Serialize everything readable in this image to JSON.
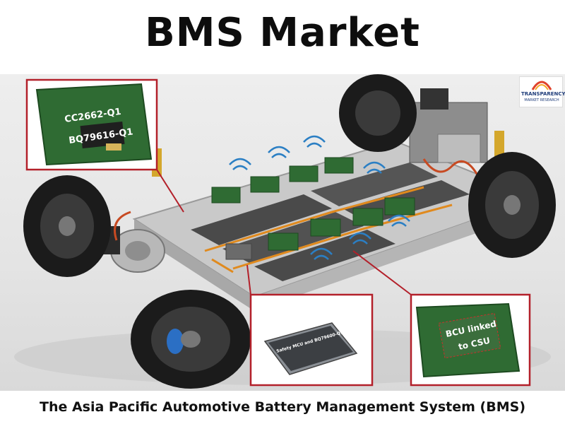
{
  "title": "BMS Market",
  "caption": "The Asia Pacific Automotive Battery Management System (BMS)",
  "logo": {
    "line1": "TRANSPARENCY",
    "line2": "MARKET RESEARCH"
  },
  "callouts": {
    "top_left_line1": "CC2662-Q1",
    "top_left_line2": "BQ79616-Q1",
    "bottom_middle": "Safety MCU and BQ79600-Q1",
    "bottom_right_line1": "BCU linked",
    "bottom_right_line2": "to CSU"
  },
  "colors": {
    "callout_border": "#b3202a",
    "pcb_green": "#2f6b33",
    "busbar_orange": "#e08a1e",
    "wireless_blue": "#2b7fc4",
    "tire": "#1b1b1b"
  }
}
